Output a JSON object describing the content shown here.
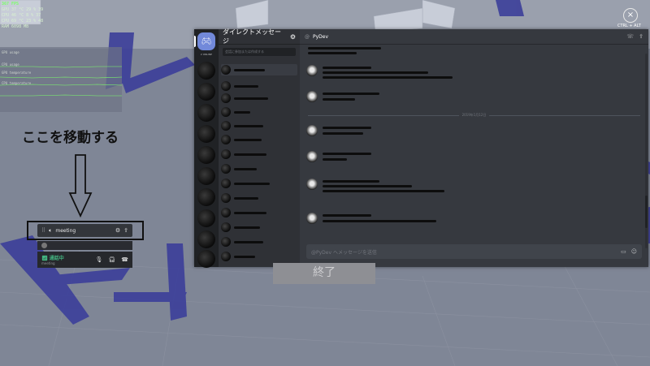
{
  "hud": {
    "fps_label": "367 FPS",
    "rows": [
      "GPU  37 °C   29 %  39",
      "CPU  46 °C    8 %  37",
      "CPU  69 °C   23 %  48",
      "RAM  6098 MB"
    ],
    "panel_labels": [
      "GPU usage",
      "CPU usage",
      "GPU temperature",
      "CPU temperature"
    ]
  },
  "annotation": {
    "text": "ここを移動する"
  },
  "mini_widget": {
    "channel_name": "meeting",
    "status_label": "通話中",
    "status_sub": "meeting"
  },
  "overlay": {
    "close_glyph": "×",
    "hint": "CTRL + ALT"
  },
  "discord": {
    "home_online": "2 ONLINE",
    "dm_title": "ダイレクトメッセージ",
    "dm_search_placeholder": "会話に参加または作成する",
    "chat_at": "@",
    "chat_user": "PyDev",
    "date_divider": "2019年1月12日",
    "composer_placeholder": "@PyDev へメッセージを送信",
    "colors": {
      "blurple": "#7289da",
      "online": "#43b581"
    }
  },
  "end_button": {
    "label": "終了"
  }
}
